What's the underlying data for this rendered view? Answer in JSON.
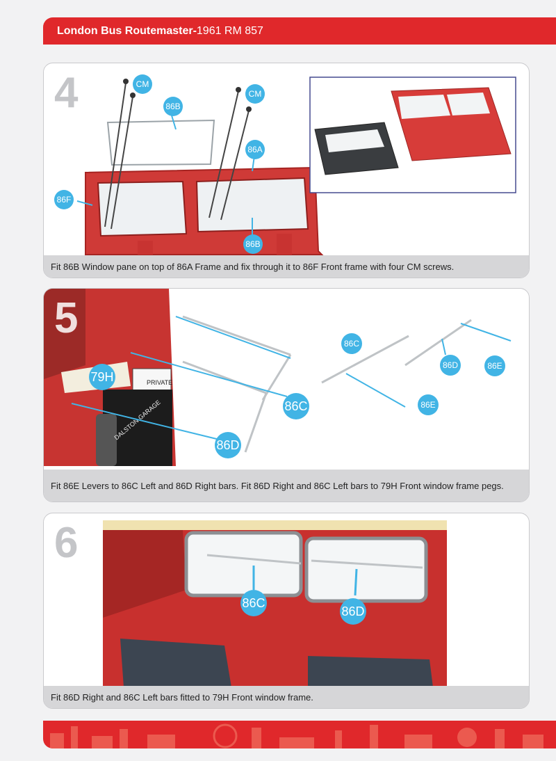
{
  "header": {
    "title_bold": "London Bus Routemaster-",
    "title_regular": "1961 RM 857",
    "color": "#e0282b"
  },
  "steps": [
    {
      "number": "4",
      "labels": {
        "cm_left": "CM",
        "cm_right": "CM",
        "b_top": "86B",
        "a": "86A",
        "f": "86F",
        "b_bottom": "86B"
      },
      "caption": "Fit 86B Window pane on top of 86A Frame and fix through it to 86F Front frame with four CM screws."
    },
    {
      "number": "5",
      "labels": {
        "h": "79H",
        "c_main": "86C",
        "d_main": "86D",
        "c_detail": "86C",
        "d_detail": "86D",
        "e_right": "86E",
        "e_bottom": "86E"
      },
      "bus_sign": {
        "private": "PRIVATE",
        "garage": "DALSTON GARAGE"
      },
      "caption": "Fit 86E Levers to 86C Left and 86D Right bars. Fit 86D Right and 86C Left bars to 79H Front window frame pegs."
    },
    {
      "number": "6",
      "labels": {
        "c": "86C",
        "d": "86D"
      },
      "caption": "Fit 86D Right and 86C Left bars fitted to 79H Front window frame."
    }
  ],
  "colors": {
    "accent_blue": "#41b4e5",
    "bus_red": "#cc2f2d",
    "step_grey": "#c4c5c8"
  }
}
